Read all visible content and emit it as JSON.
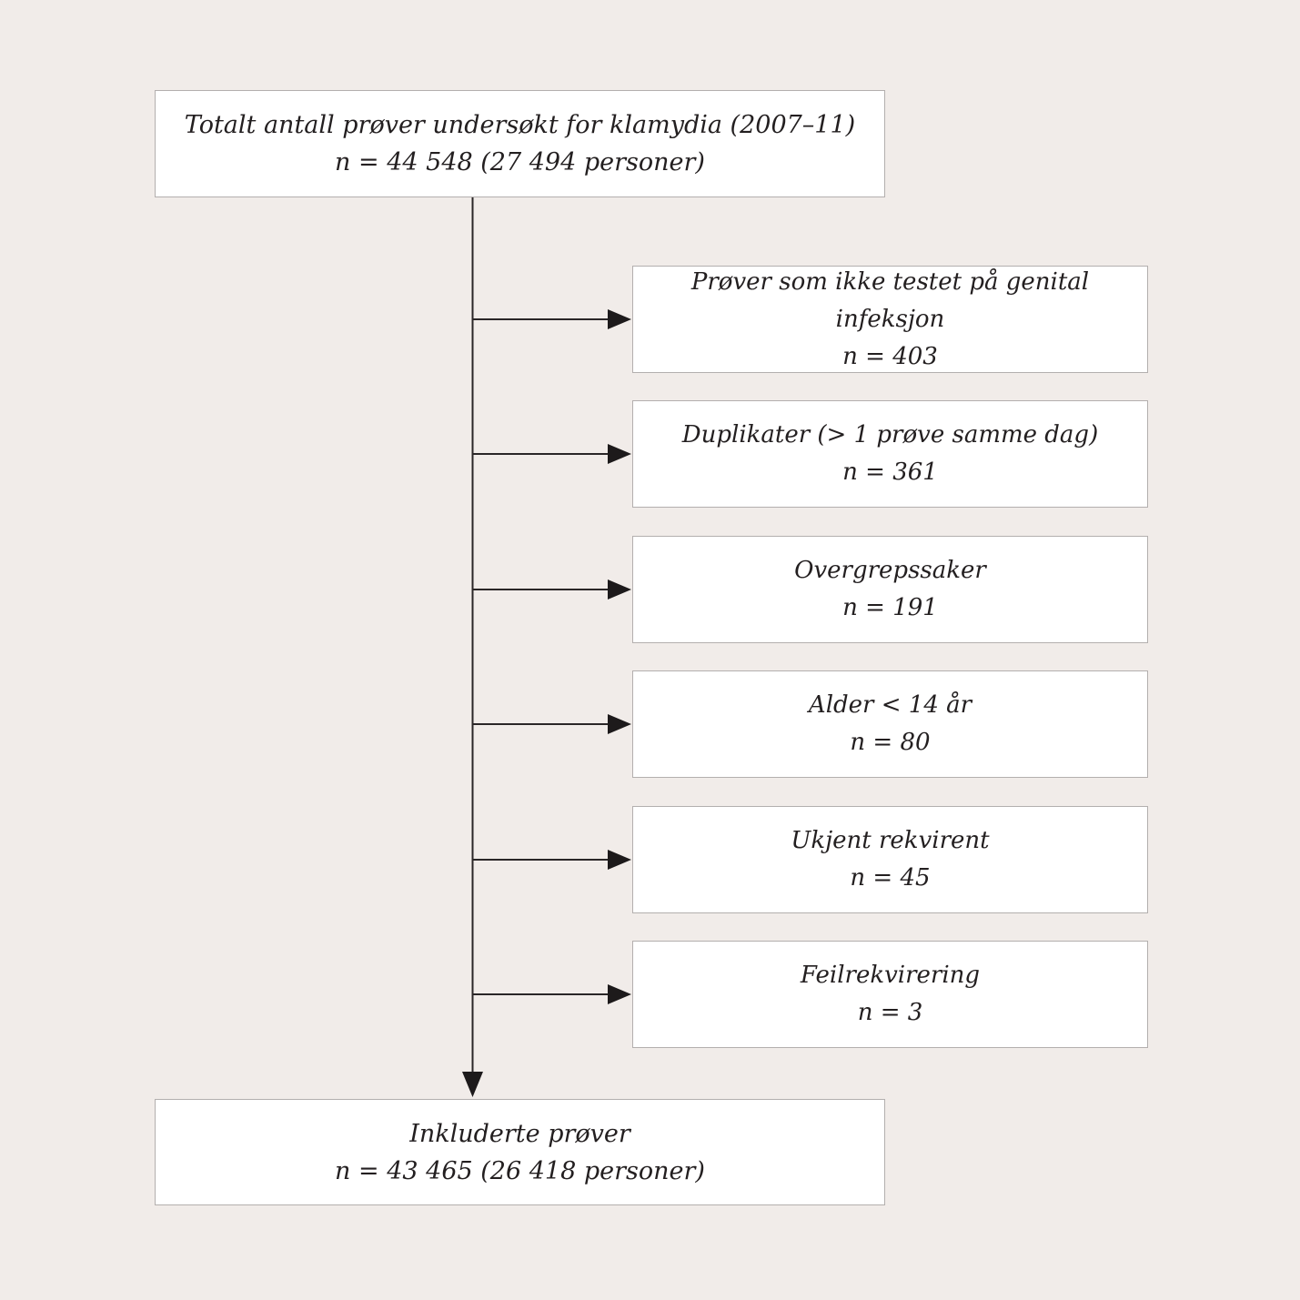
{
  "diagram": {
    "type": "study-flowchart",
    "language": "Norwegian",
    "total_box": {
      "label": "Totalt antall prøver undersøkt for klamydia (2007–11)",
      "value": "n = 44 548 (27 494 personer)"
    },
    "exclusions": [
      {
        "label": "Prøver som ikke testet på genital infeksjon",
        "value": "n = 403"
      },
      {
        "label": "Duplikater (> 1 prøve samme dag)",
        "value": "n = 361"
      },
      {
        "label": "Overgrepssaker",
        "value": "n = 191"
      },
      {
        "label": "Alder < 14 år",
        "value": "n = 80"
      },
      {
        "label": "Ukjent rekvirent",
        "value": "n = 45"
      },
      {
        "label": "Feilrekvirering",
        "value": "n = 3"
      }
    ],
    "result_box": {
      "label": "Inkluderte prøver",
      "value": "n = 43 465 (26 418 personer)"
    },
    "colors": {
      "background": "#f1ece9",
      "box_fill": "#ffffff",
      "box_border": "#b3afae",
      "text": "#231f20",
      "arrow": "#1d1a1b"
    }
  }
}
